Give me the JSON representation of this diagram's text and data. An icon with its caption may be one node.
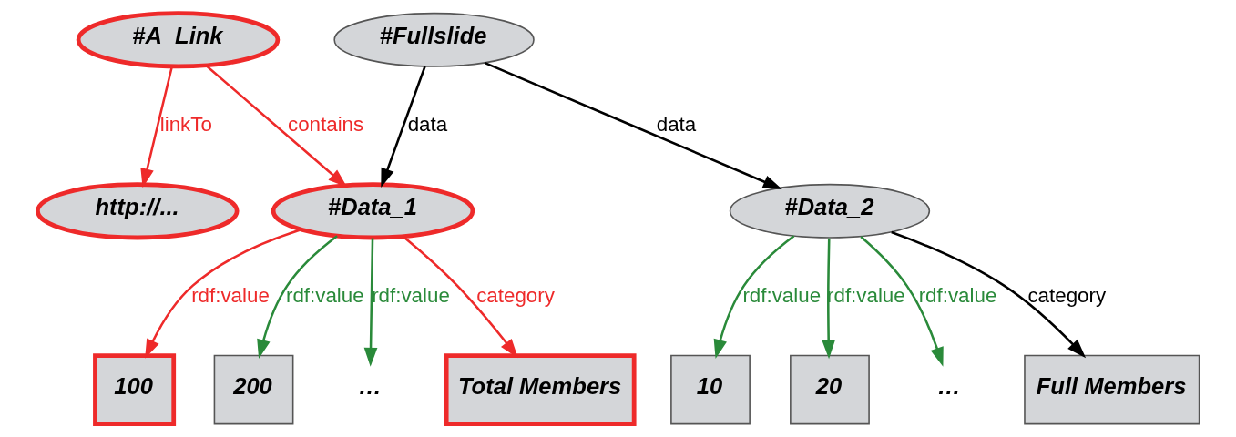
{
  "diagram": {
    "nodes": [
      {
        "text": [
          "#A_Link"
        ]
      },
      {
        "text": [
          "#Fullslide"
        ]
      },
      {
        "text": [
          "http://..."
        ]
      },
      {
        "text": [
          "#Data_1"
        ]
      },
      {
        "text": [
          "#Data_2"
        ]
      },
      {
        "text": [
          "100"
        ]
      },
      {
        "text": [
          "200"
        ]
      },
      {
        "text": [
          "…"
        ]
      },
      {
        "text": [
          "Total Members"
        ]
      },
      {
        "text": [
          "10"
        ]
      },
      {
        "text": [
          "20"
        ]
      },
      {
        "text": [
          "…"
        ]
      },
      {
        "text": [
          "Full Members"
        ]
      }
    ],
    "edges": [
      {
        "from": 0,
        "to": 2,
        "arrow": "to",
        "label": "linkTo",
        "color": "#ee2a2a"
      },
      {
        "from": 0,
        "to": 3,
        "arrow": "to",
        "label": "contains",
        "color": "#ee2a2a"
      },
      {
        "from": 1,
        "to": 3,
        "arrow": "to",
        "label": "data",
        "color": "#000000"
      },
      {
        "from": 1,
        "to": 4,
        "arrow": "to",
        "label": "data",
        "color": "#000000"
      },
      {
        "from": 3,
        "to": 5,
        "arrow": "to",
        "label": "rdf:value",
        "color": "#ee2a2a"
      },
      {
        "from": 3,
        "to": 6,
        "arrow": "to",
        "label": "rdf:value",
        "color": "#2a8a3a"
      },
      {
        "from": 3,
        "to": 7,
        "arrow": "to",
        "label": "rdf:value",
        "color": "#2a8a3a"
      },
      {
        "from": 3,
        "to": 8,
        "arrow": "to",
        "label": "category",
        "color": "#ee2a2a"
      },
      {
        "from": 4,
        "to": 9,
        "arrow": "to",
        "label": "rdf:value",
        "color": "#2a8a3a"
      },
      {
        "from": 4,
        "to": 10,
        "arrow": "to",
        "label": "rdf:value",
        "color": "#2a8a3a"
      },
      {
        "from": 4,
        "to": 11,
        "arrow": "to",
        "label": "rdf:value",
        "color": "#2a8a3a"
      },
      {
        "from": 4,
        "to": 12,
        "arrow": "to",
        "label": "category",
        "color": "#000000"
      }
    ]
  }
}
